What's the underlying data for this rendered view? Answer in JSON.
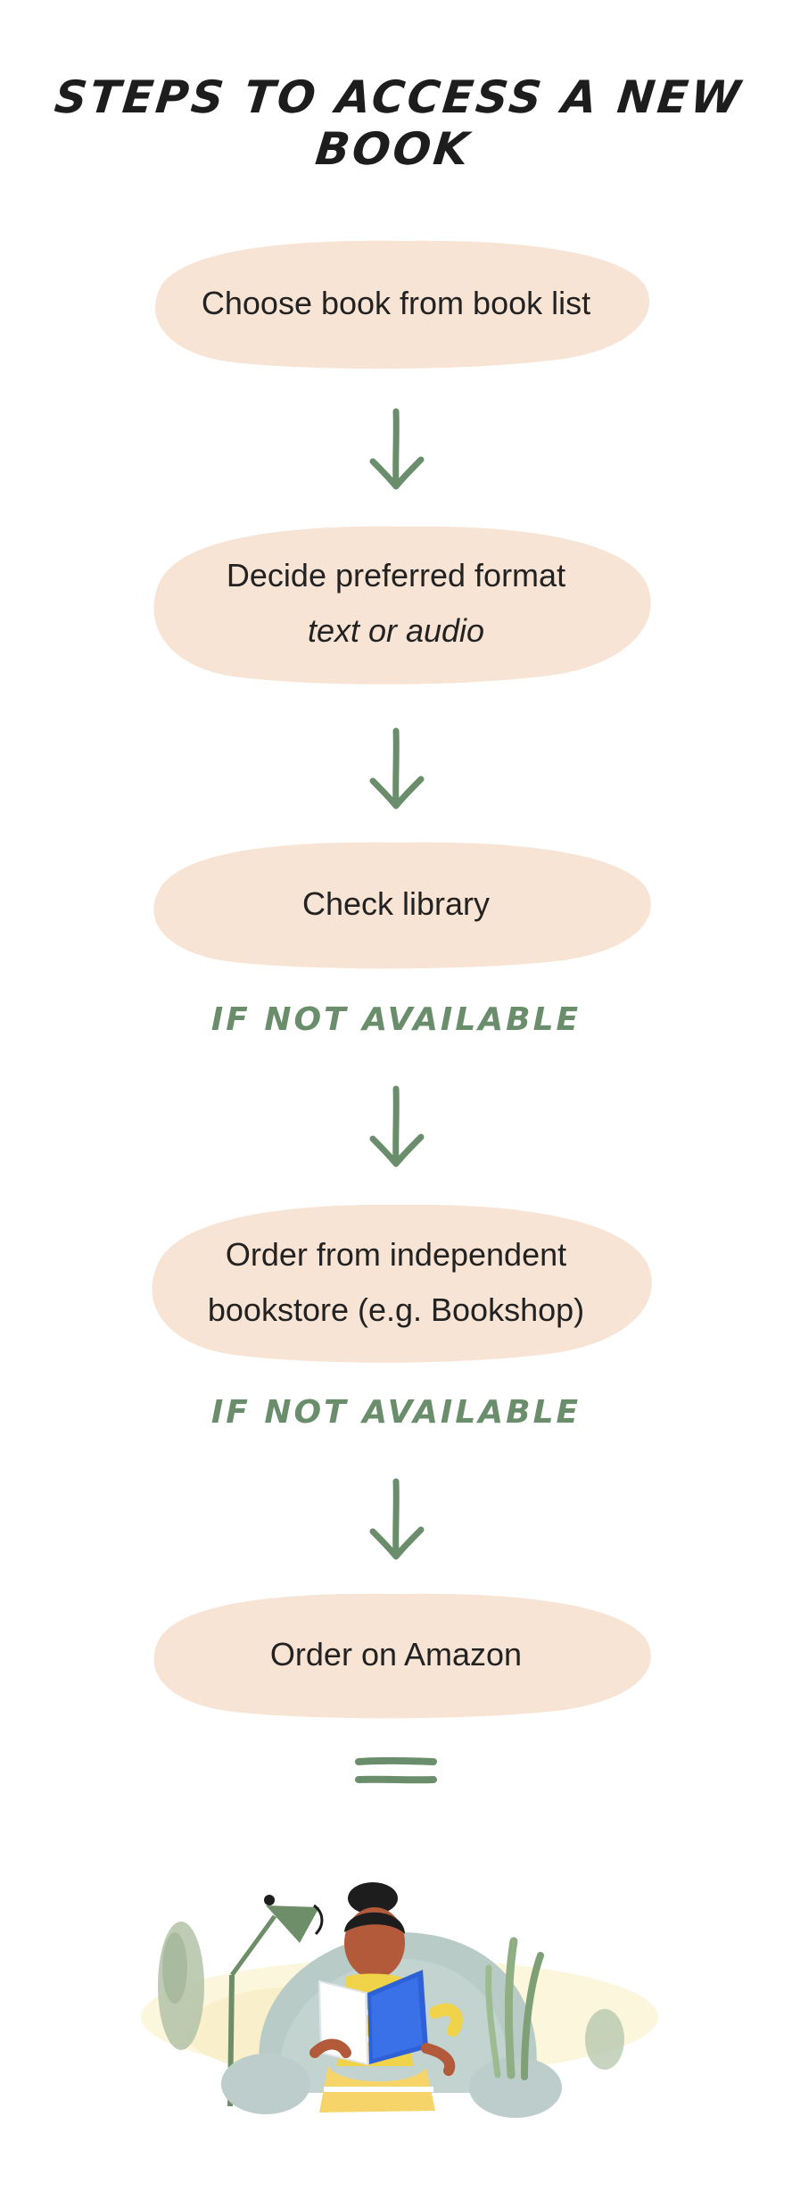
{
  "title": "STEPS TO ACCESS A NEW BOOK",
  "steps": [
    {
      "label": "Choose book from book list"
    },
    {
      "label": "Decide preferred format",
      "sublabel": "text or audio"
    },
    {
      "label": "Check library"
    },
    {
      "label": "Order from independent",
      "label2": "bookstore (e.g. Bookshop)"
    },
    {
      "label": "Order on Amazon"
    }
  ],
  "conditions": {
    "first": "IF NOT AVAILABLE",
    "second": "IF NOT AVAILABLE"
  },
  "colors": {
    "blob": "#f8e4d4",
    "accent_green": "#6a8e6b",
    "title": "#1d1d1d"
  },
  "icons": [
    "arrow-down-icon",
    "equals-icon",
    "reading-person-illustration"
  ]
}
